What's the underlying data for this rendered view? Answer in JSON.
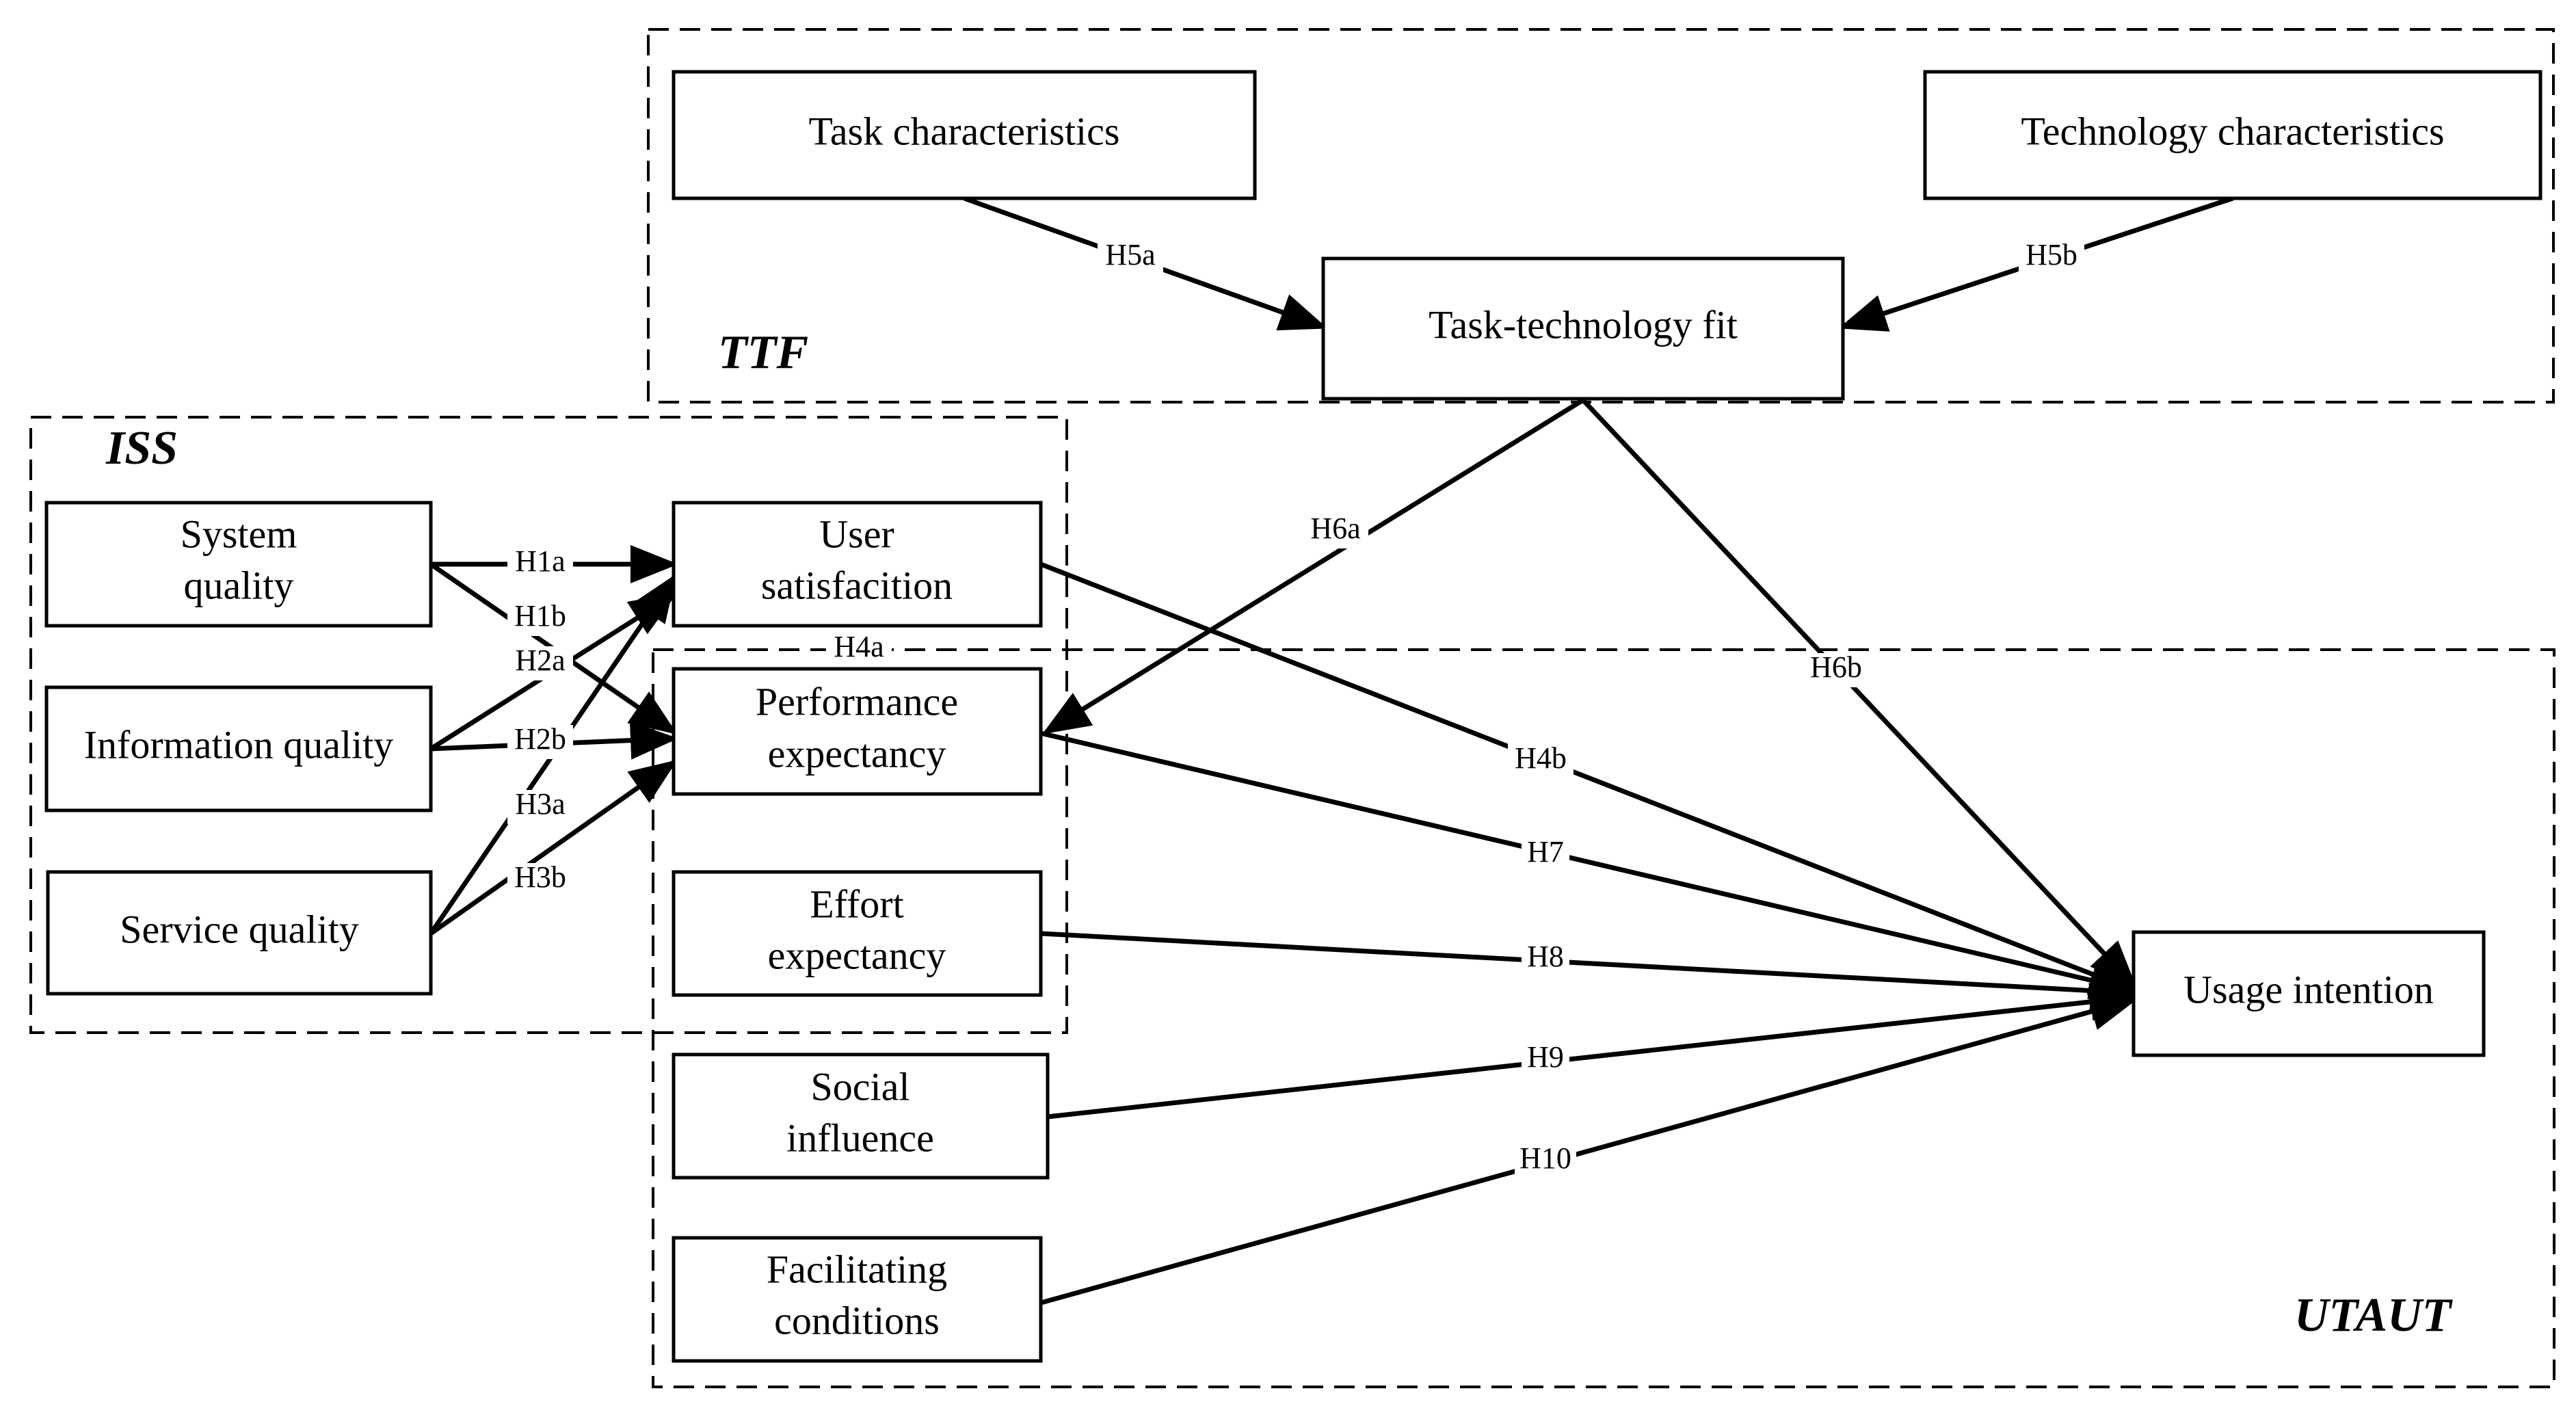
{
  "groups": {
    "ttf": "TTF",
    "iss": "ISS",
    "utaut": "UTAUT"
  },
  "nodes": {
    "task": "Task characteristics",
    "tech": "Technology characteristics",
    "ttfit": "Task-technology fit",
    "sysq1": "System",
    "sysq2": "quality",
    "infoq": "Information quality",
    "servq": "Service  quality",
    "usat1": "User",
    "usat2": "satisfacition",
    "perf1": "Performance",
    "perf2": "expectancy",
    "effort1": "Effort",
    "effort2": "expectancy",
    "social1": "Social",
    "social2": "influence",
    "facil1": "Facilitating",
    "facil2": "conditions",
    "usage": "Usage intention"
  },
  "edges": {
    "h1a": "H1a",
    "h1b": "H1b",
    "h2a": "H2a",
    "h2b": "H2b",
    "h3a": "H3a",
    "h3b": "H3b",
    "h4a": "H4a",
    "h4b": "H4b",
    "h5a": "H5a",
    "h5b": "H5b",
    "h6a": "H6a",
    "h6b": "H6b",
    "h7": "H7",
    "h8": "H8",
    "h9": "H9",
    "h10": "H10"
  }
}
